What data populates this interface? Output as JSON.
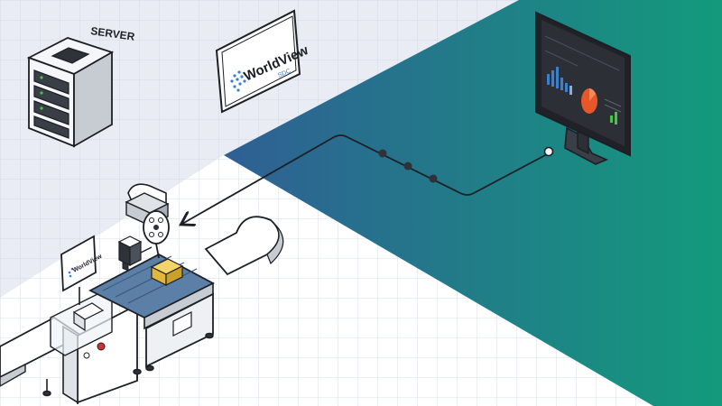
{
  "server": {
    "label": "SERVER"
  },
  "brand": {
    "name": "WorldView",
    "suffix": "SDC"
  },
  "colors": {
    "background_top": "#e9edf3",
    "grid_line": "#d3dae4",
    "gradient_start": "#2f5f94",
    "gradient_end": "#139a7c",
    "outline": "#1c1f24",
    "monitor_frame": "#202227",
    "monitor_screen": "#2c2f36",
    "belt_blue": "#5b7fa6",
    "chart_blue": "#3a7fd0",
    "chart_orange": "#e8572a",
    "chart_green": "#43c64a",
    "indicator_red": "#d63232",
    "package_yellow": "#e0b73a"
  },
  "icons": [
    "server-icon",
    "sign-board-icon",
    "monitor-icon",
    "data-line-icon",
    "conveyor-icon",
    "scanner-icon",
    "arrow-icon"
  ]
}
